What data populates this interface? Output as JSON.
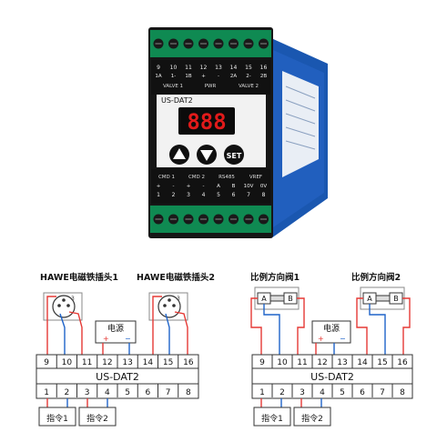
{
  "device": {
    "model": "US-DAT2",
    "display_digits": "888",
    "set_label": "SET",
    "up_icon": "triangle-up-icon",
    "down_icon": "triangle-down-icon",
    "top_terminals": [
      "9",
      "10",
      "11",
      "12",
      "13",
      "14",
      "15",
      "16"
    ],
    "top_terminal_sub": [
      "1A",
      "1-",
      "1B",
      "+",
      "-",
      "2A",
      "2-",
      "2B"
    ],
    "top_groups": [
      "VALVE 1",
      "PWR",
      "VALVE 2"
    ],
    "bottom_groups": [
      "CMD 1",
      "CMD 2",
      "RS485",
      "VREF"
    ],
    "bottom_terminal_sub": [
      "+",
      "-",
      "+",
      "-",
      "A",
      "B",
      "10V",
      "0V"
    ],
    "bottom_terminals": [
      "1",
      "2",
      "3",
      "4",
      "5",
      "6",
      "7",
      "8"
    ],
    "colors": {
      "body": "#161616",
      "side": "#1a57b0",
      "display": "#e11a1a",
      "terminal": "#0f8a52"
    }
  },
  "diagram_left": {
    "head1": "HAWE电磁铁插头1",
    "head2": "HAWE电磁铁插头2",
    "power": "电源",
    "module": "US-DAT2",
    "top_terms": [
      "9",
      "10",
      "11",
      "12",
      "13",
      "14",
      "15",
      "16"
    ],
    "bottom_terms": [
      "1",
      "2",
      "3",
      "4",
      "5",
      "6",
      "7",
      "8"
    ],
    "cmd1": "指令1",
    "cmd2": "指令2"
  },
  "diagram_right": {
    "valve1": "比例方向阀1",
    "valve2": "比例方向阀2",
    "coil_a": "A",
    "coil_b": "B",
    "power": "电源",
    "module": "US-DAT2",
    "top_terms": [
      "9",
      "10",
      "11",
      "12",
      "13",
      "14",
      "15",
      "16"
    ],
    "bottom_terms": [
      "1",
      "2",
      "3",
      "4",
      "5",
      "6",
      "7",
      "8"
    ],
    "cmd1": "指令1",
    "cmd2": "指令2"
  }
}
